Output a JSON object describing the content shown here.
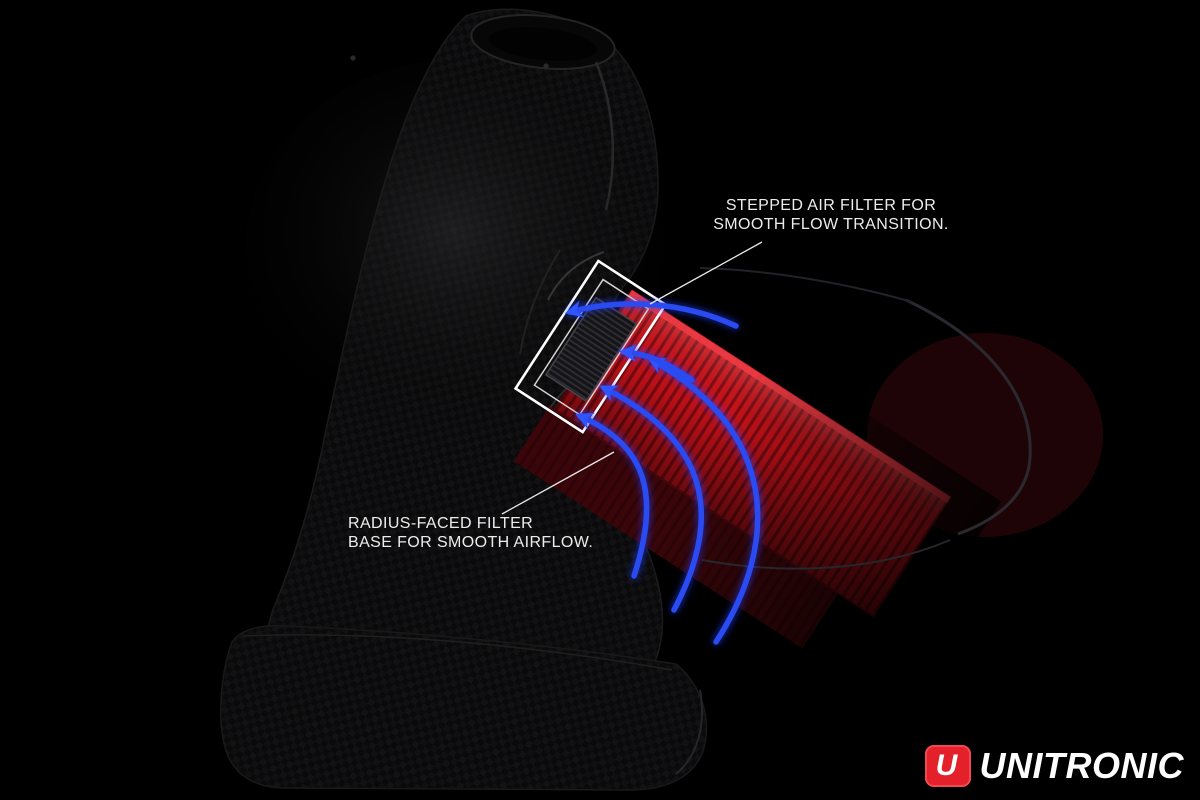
{
  "annotations": {
    "stepped_filter": {
      "line1": "STEPPED AIR FILTER FOR",
      "line2": "SMOOTH FLOW TRANSITION."
    },
    "radius_base": {
      "line1": "RADIUS-FACED FILTER",
      "line2": "BASE FOR SMOOTH AIRFLOW."
    }
  },
  "logo": {
    "brand": "UNITRONIC",
    "mark": "U"
  },
  "colors": {
    "background": "#000000",
    "filter_red": "#c81219",
    "filter_red_dark": "#7e0a11",
    "airflow_blue": "#2a4bf2",
    "highlight_white": "#ffffff",
    "annotation_text": "#ececec",
    "logo_red": "#e4202a",
    "logo_text": "#ffffff"
  }
}
